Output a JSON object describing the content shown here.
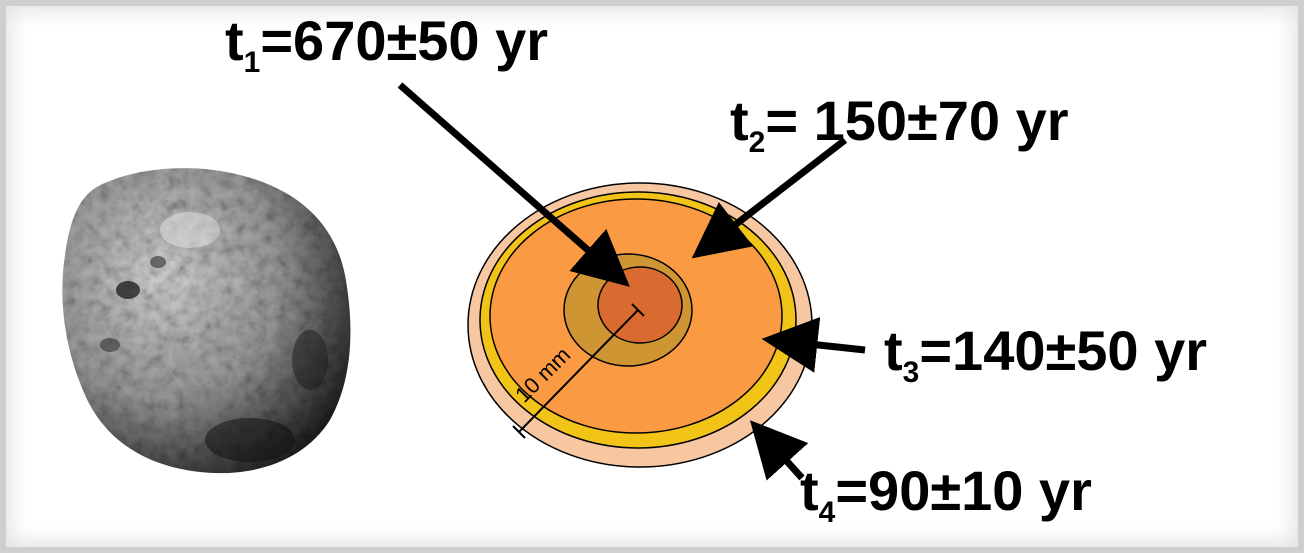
{
  "labels": [
    {
      "id": "t1",
      "var": "t",
      "sub": "1",
      "rest": "=670±50 yr"
    },
    {
      "id": "t2",
      "var": "t",
      "sub": "2",
      "rest": "= 150±70 yr"
    },
    {
      "id": "t3",
      "var": "t",
      "sub": "3",
      "rest": "=140±50 yr"
    },
    {
      "id": "t4",
      "var": "t",
      "sub": "4",
      "rest": "=90±10 yr"
    }
  ],
  "scale_label": "10 mm",
  "layers": [
    {
      "name": "outer-rim",
      "color": "#f6c7a1"
    },
    {
      "name": "layer-4",
      "color": "#f2c417"
    },
    {
      "name": "layer-3",
      "color": "#fa9a42"
    },
    {
      "name": "layer-2",
      "color": "#cf9533"
    },
    {
      "name": "core",
      "color": "#da6b30"
    }
  ]
}
